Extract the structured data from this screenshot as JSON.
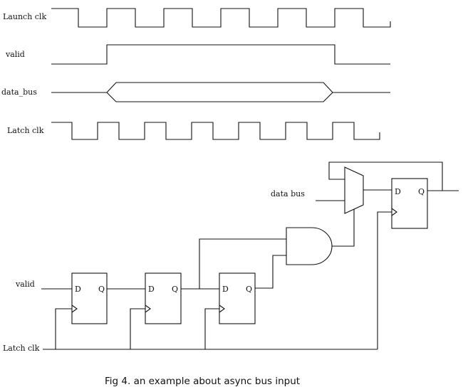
{
  "timing": {
    "signals": [
      {
        "id": "launch_clk",
        "label": "Launch clk"
      },
      {
        "id": "valid",
        "label": "valid"
      },
      {
        "id": "data_bus",
        "label": "data_bus"
      },
      {
        "id": "latch_clk",
        "label": "Latch clk"
      }
    ]
  },
  "schematic": {
    "inputs": {
      "data_bus": "data bus",
      "valid": "valid",
      "latch_clk": "Latch clk"
    },
    "flipflops": [
      {
        "id": "ff1",
        "d_pin": "D",
        "q_pin": "Q"
      },
      {
        "id": "ff2",
        "d_pin": "D",
        "q_pin": "Q"
      },
      {
        "id": "ff3",
        "d_pin": "D",
        "q_pin": "Q"
      },
      {
        "id": "ff_out",
        "d_pin": "D",
        "q_pin": "Q"
      }
    ]
  },
  "caption": "Fig 4. an example about async bus input"
}
